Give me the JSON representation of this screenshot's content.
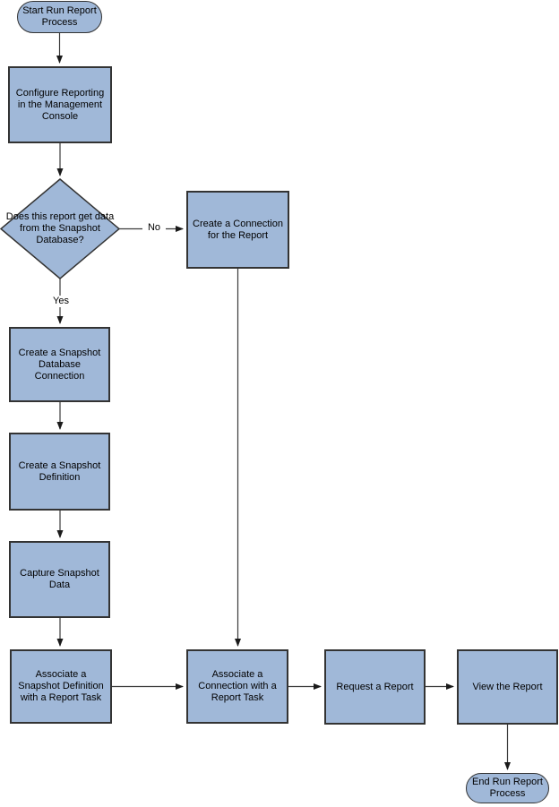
{
  "colors": {
    "node_fill": "#a0b8d8",
    "node_border": "#333333",
    "connector": "#3a3a3a",
    "text": "#000000",
    "background": "#ffffff"
  },
  "nodes": {
    "start": {
      "label": "Start Run Report Process",
      "shape": "terminator"
    },
    "configure_reporting": {
      "label": "Configure Reporting in the Management Console",
      "shape": "process"
    },
    "decision_snapshot": {
      "label": "Does this report get data from the Snapshot Database?",
      "shape": "decision"
    },
    "create_connection": {
      "label": "Create a Connection for the Report",
      "shape": "process"
    },
    "create_snapshot_db_connection": {
      "label": "Create a Snapshot Database Connection",
      "shape": "process"
    },
    "create_snapshot_definition": {
      "label": "Create a Snapshot Definition",
      "shape": "process"
    },
    "capture_snapshot_data": {
      "label": "Capture Snapshot Data",
      "shape": "process"
    },
    "associate_snapshot_definition": {
      "label": "Associate a Snapshot Definition with a Report Task",
      "shape": "process"
    },
    "associate_connection": {
      "label": "Associate a Connection with a Report Task",
      "shape": "process"
    },
    "request_report": {
      "label": "Request a Report",
      "shape": "process"
    },
    "view_report": {
      "label": "View the Report",
      "shape": "process"
    },
    "end": {
      "label": "End Run Report Process",
      "shape": "terminator"
    }
  },
  "edge_labels": {
    "no": "No",
    "yes": "Yes"
  },
  "edges": [
    {
      "from": "start",
      "to": "configure_reporting"
    },
    {
      "from": "configure_reporting",
      "to": "decision_snapshot"
    },
    {
      "from": "decision_snapshot",
      "to": "create_connection",
      "label": "No"
    },
    {
      "from": "decision_snapshot",
      "to": "create_snapshot_db_connection",
      "label": "Yes"
    },
    {
      "from": "create_snapshot_db_connection",
      "to": "create_snapshot_definition"
    },
    {
      "from": "create_snapshot_definition",
      "to": "capture_snapshot_data"
    },
    {
      "from": "capture_snapshot_data",
      "to": "associate_snapshot_definition"
    },
    {
      "from": "associate_snapshot_definition",
      "to": "associate_connection"
    },
    {
      "from": "create_connection",
      "to": "associate_connection"
    },
    {
      "from": "associate_connection",
      "to": "request_report"
    },
    {
      "from": "request_report",
      "to": "view_report"
    },
    {
      "from": "view_report",
      "to": "end"
    }
  ]
}
